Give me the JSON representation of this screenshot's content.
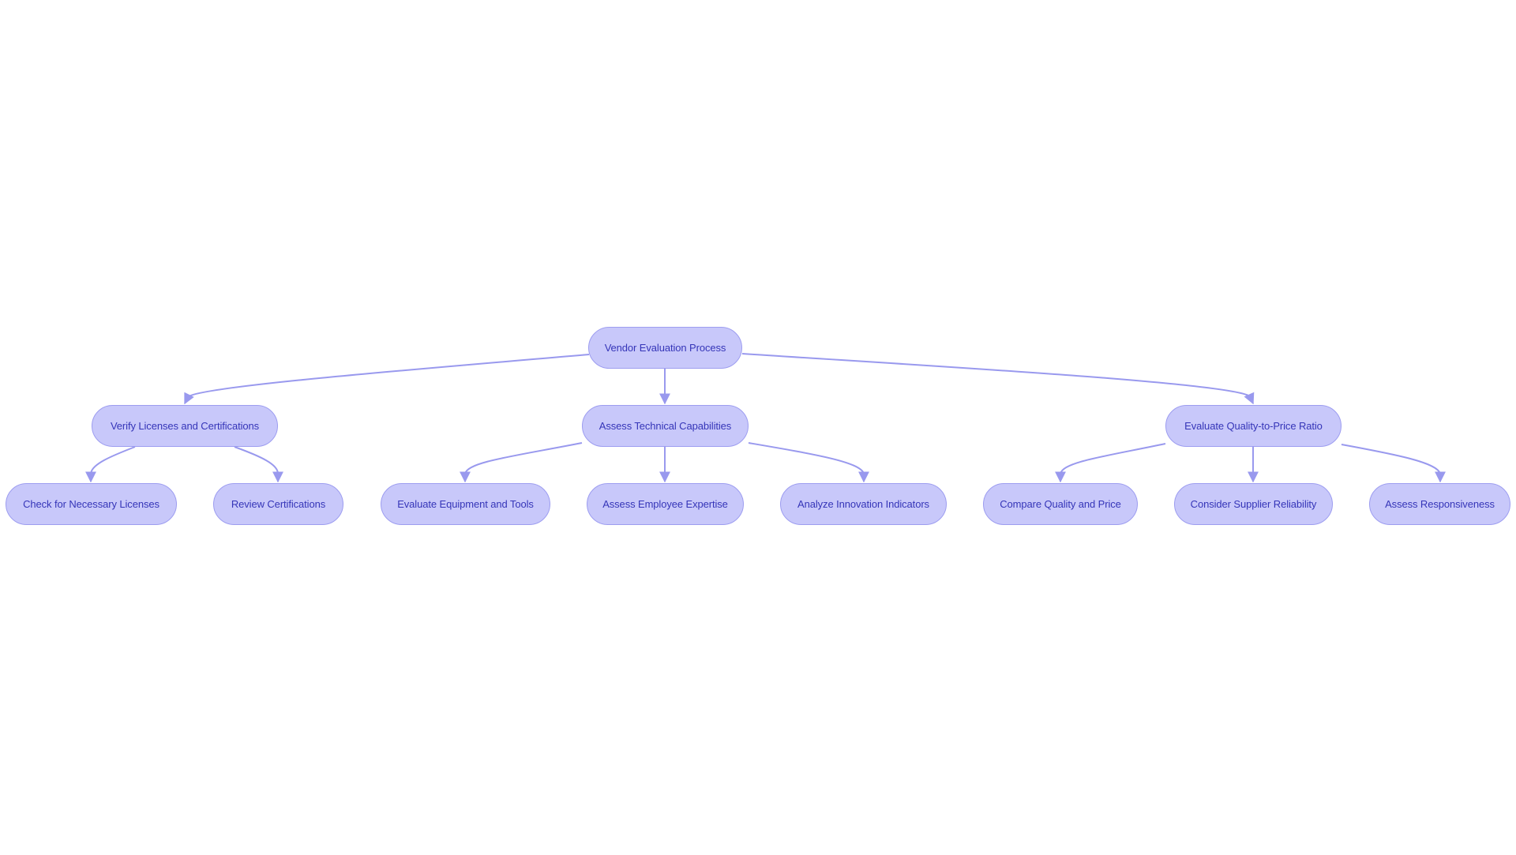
{
  "colors": {
    "background": "#ffffff",
    "node_fill": "#c8c8fa",
    "node_border": "#9d9df0",
    "node_text": "#3535b8",
    "edge": "#9999ee"
  },
  "diagram": {
    "type": "flowchart-tree",
    "direction": "top-down",
    "nodes": {
      "root": {
        "label": "Vendor Evaluation Process"
      },
      "verify": {
        "label": "Verify Licenses and Certifications"
      },
      "technical": {
        "label": "Assess Technical Capabilities"
      },
      "quality": {
        "label": "Evaluate Quality-to-Price Ratio"
      },
      "licenses": {
        "label": "Check for Necessary Licenses"
      },
      "certs": {
        "label": "Review Certifications"
      },
      "equipment": {
        "label": "Evaluate Equipment and Tools"
      },
      "expertise": {
        "label": "Assess Employee Expertise"
      },
      "innovation": {
        "label": "Analyze Innovation Indicators"
      },
      "compare": {
        "label": "Compare Quality and Price"
      },
      "reliability": {
        "label": "Consider Supplier Reliability"
      },
      "responsiveness": {
        "label": "Assess Responsiveness"
      }
    },
    "edges": [
      {
        "from": "root",
        "to": "verify"
      },
      {
        "from": "root",
        "to": "technical"
      },
      {
        "from": "root",
        "to": "quality"
      },
      {
        "from": "verify",
        "to": "licenses"
      },
      {
        "from": "verify",
        "to": "certs"
      },
      {
        "from": "technical",
        "to": "equipment"
      },
      {
        "from": "technical",
        "to": "expertise"
      },
      {
        "from": "technical",
        "to": "innovation"
      },
      {
        "from": "quality",
        "to": "compare"
      },
      {
        "from": "quality",
        "to": "reliability"
      },
      {
        "from": "quality",
        "to": "responsiveness"
      }
    ]
  }
}
